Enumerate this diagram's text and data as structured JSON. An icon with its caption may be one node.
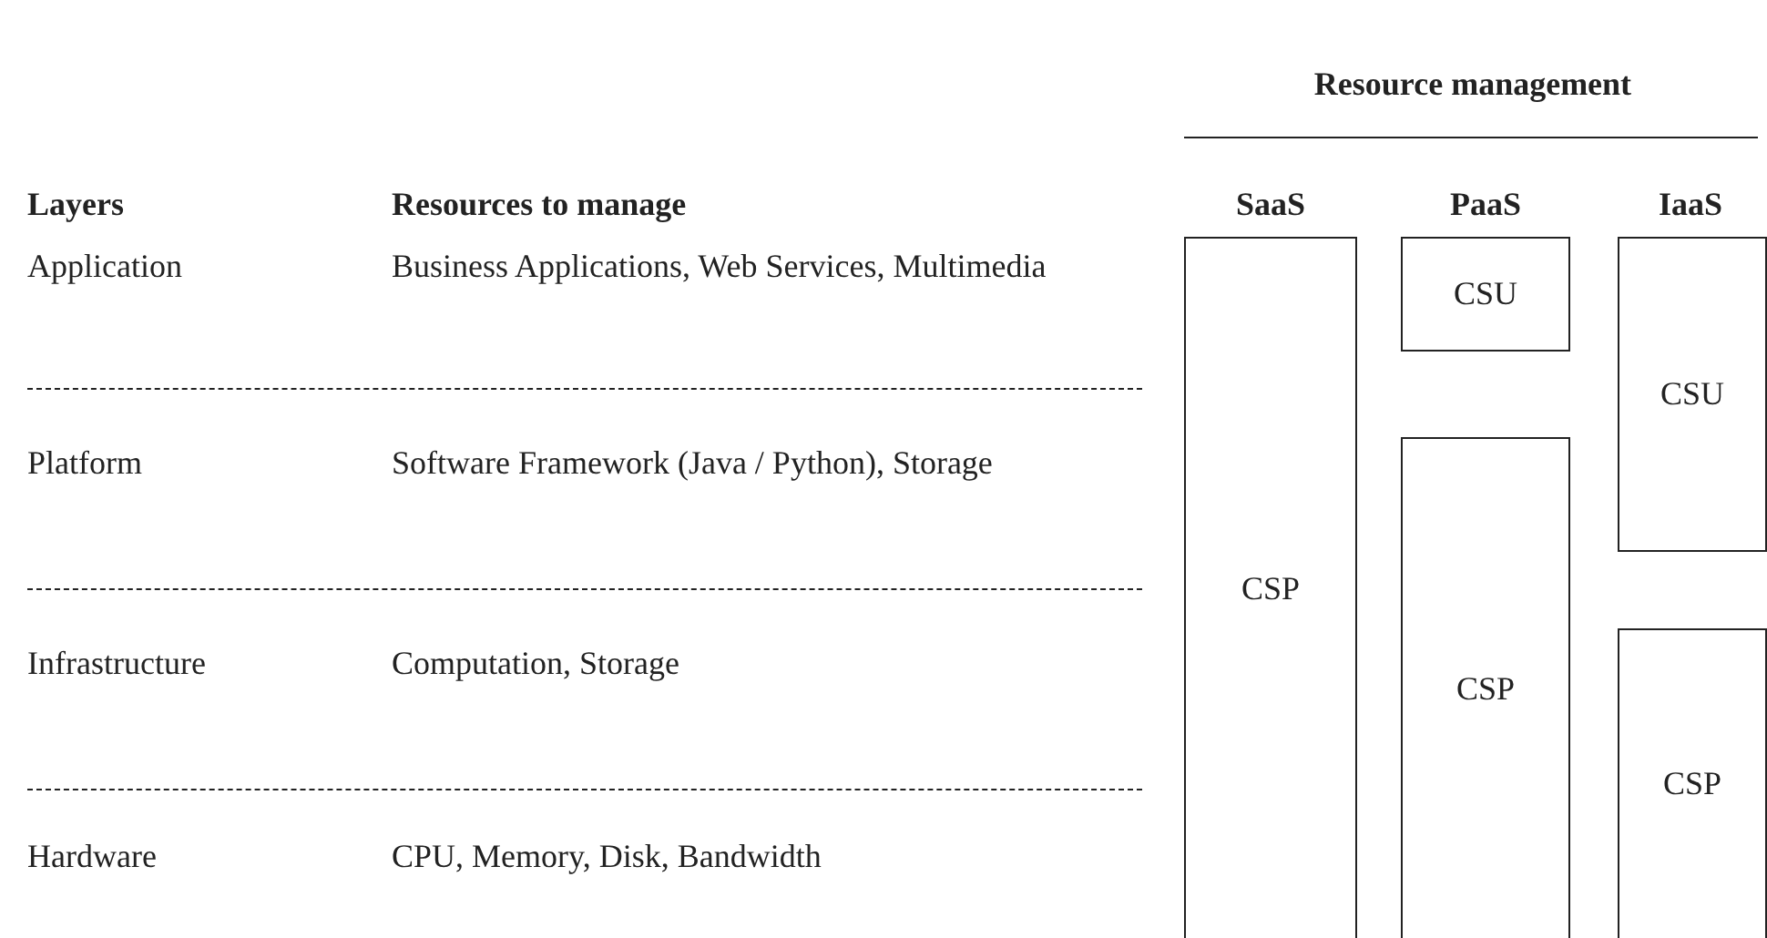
{
  "diagram": {
    "nodes": [
      {
        "text": [
          "CSP"
        ]
      },
      {
        "text": [
          "CSU"
        ]
      },
      {
        "text": [
          "CSP"
        ]
      },
      {
        "text": [
          "CSU"
        ]
      },
      {
        "text": [
          "CSP"
        ]
      }
    ],
    "labels": [
      "Resource management",
      "Layers",
      "Resources to manage",
      "SaaS",
      "PaaS",
      "IaaS",
      "Application",
      "Business Applications, Web Services, Multimedia",
      "Platform",
      "Software Framework (Java / Python), Storage",
      "Infrastructure",
      "Computation, Storage",
      "Hardware",
      "CPU, Memory, Disk, Bandwidth"
    ]
  }
}
